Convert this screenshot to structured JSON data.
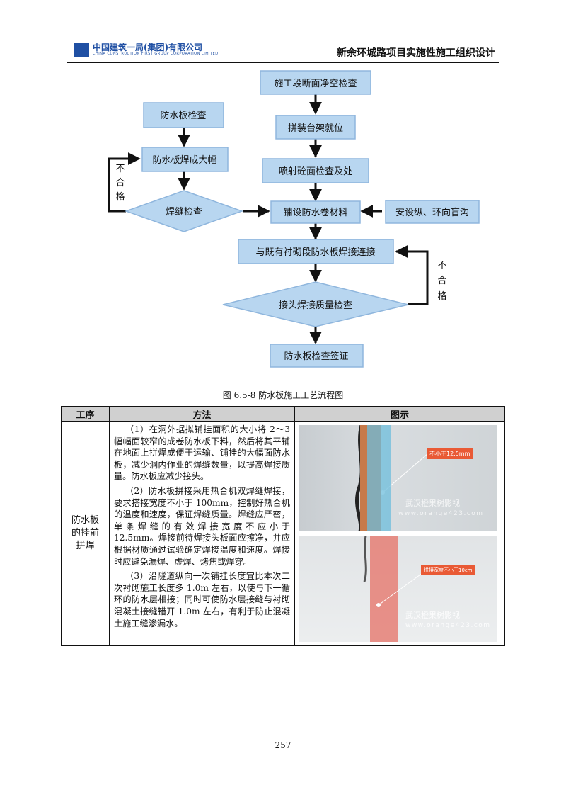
{
  "header": {
    "company_cn": "中国建筑一局(集团)有限公司",
    "company_en": "CHINA CONSTRUCTION FIRST GROUP CORPORATION LIMITED",
    "doc_title": "新余环城路项目实施性施工组织设计"
  },
  "flowchart": {
    "steps": {
      "clearance_check": "施工段断面净空检查",
      "rack_position": "拼装台架就位",
      "shotcrete_check": "喷射砼面检查及处",
      "lay_membrane": "铺设防水卷材料",
      "weld_existing": "与既有衬砌段防水板焊接连接",
      "joint_quality": "接头焊接质量检查",
      "signoff": "防水板检查签证",
      "board_check": "防水板检查",
      "weld_large": "防水板焊成大幅",
      "seam_check": "焊缝检查",
      "drain_pipe": "安设纵、环向盲沟"
    },
    "fail_label_chars": [
      "不",
      "合",
      "格"
    ]
  },
  "caption": "图 6.5-8  防水板施工工艺流程图",
  "table": {
    "headers": [
      "工序",
      "方法",
      "图示"
    ],
    "row": {
      "step": "防水板的挂前拼焊",
      "paragraphs": [
        "（1）在洞外据拟铺挂面积的大小将 2～3 幅幅面较窄的成卷防水板下料，然后将其平铺在地面上拼焊成便于运输、铺挂的大幅面防水板，减少洞内作业的焊缝数量，以提高焊接质量。防水板应减少接头。",
        "（2）防水板拼接采用热合机双焊缝焊接，要求搭接宽度不小于 100mm，控制好热合机的温度和速度，保证焊缝质量。焊缝应严密，单条焊缝的有效焊接宽度不应小于 12.5mm。焊接前待焊接头板面应擦净，并应根据材质通过试验确定焊接温度和速度。焊接时应避免漏焊、虚焊、烤焦或焊穿。",
        "（3）沿隧道纵向一次铺挂长度宜比本次二次衬砌施工长度多 1.0m 左右，以使与下一循环的防水层相接；同时可使防水层接缝与衬砌混凝土接缝错开 1.0m 左右，有利于防止混凝土施工缝渗漏水。"
      ],
      "photo1": {
        "callout": "不小于12.5mm",
        "watermark_cn": "武汉橙果树影视",
        "watermark_url": "www.orange423.com"
      },
      "photo2": {
        "callout": "搭接宽度不小于10cm",
        "watermark_cn": "武汉橙果树影视",
        "watermark_url": "www.orange423.com"
      }
    }
  },
  "page_number": "257",
  "colors": {
    "box_fill": "#b8d6f0",
    "header_blue": "#1f4fa3",
    "callout": "#e95a35"
  }
}
